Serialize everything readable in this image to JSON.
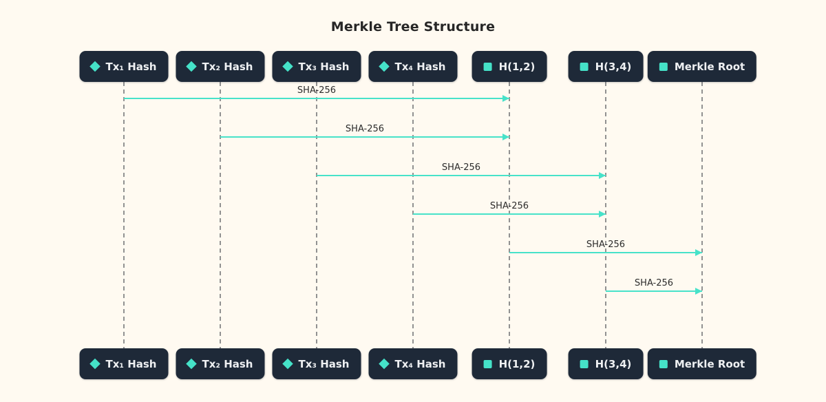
{
  "title": "Merkle Tree Structure",
  "colors": {
    "background": "#fffaf1",
    "node_fill": "#1e2938",
    "node_text": "#eef0f2",
    "accent_teal": "#45e2c8",
    "lifeline_gray": "#919191",
    "message_text": "#2b2b2b",
    "title_text": "#262626"
  },
  "actors": [
    {
      "label": "Tx₁ Hash",
      "icon": "diamond-icon"
    },
    {
      "label": "Tx₂ Hash",
      "icon": "diamond-icon"
    },
    {
      "label": "Tx₃ Hash",
      "icon": "diamond-icon"
    },
    {
      "label": "Tx₄ Hash",
      "icon": "diamond-icon"
    },
    {
      "label": "H(1,2)",
      "icon": "square-icon"
    },
    {
      "label": "H(3,4)",
      "icon": "square-icon"
    },
    {
      "label": "Merkle Root",
      "icon": "square-icon"
    }
  ],
  "messages": [
    {
      "from": "Tx₁ Hash",
      "to": "H(1,2)",
      "label": "SHA-256"
    },
    {
      "from": "Tx₂ Hash",
      "to": "H(1,2)",
      "label": "SHA-256"
    },
    {
      "from": "Tx₃ Hash",
      "to": "H(3,4)",
      "label": "SHA-256"
    },
    {
      "from": "Tx₄ Hash",
      "to": "H(3,4)",
      "label": "SHA-256"
    },
    {
      "from": "H(1,2)",
      "to": "Merkle Root",
      "label": "SHA-256"
    },
    {
      "from": "H(3,4)",
      "to": "Merkle Root",
      "label": "SHA-256"
    }
  ]
}
